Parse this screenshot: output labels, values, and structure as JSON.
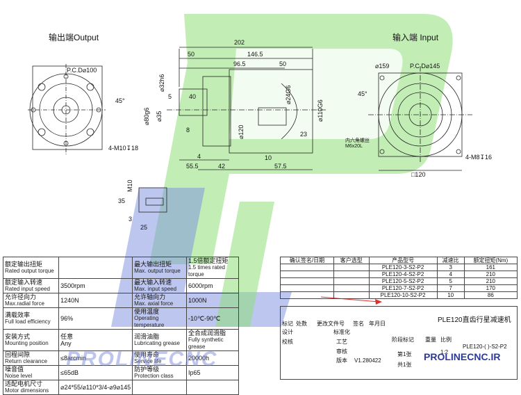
{
  "views": {
    "output_title": "输出端Output",
    "input_title": "输入端 Input",
    "output_pcd": "P.C.D⌀100",
    "input_pcd": "P.C.D⌀145",
    "output_angle": "45°",
    "input_angle": "45°",
    "output_bolt": "4-M10↧18",
    "input_bolt": "4-M8↧16",
    "input_dia": "⌀159",
    "input_square": "□120",
    "hex_note_cn": "内六角螺丝",
    "hex_note_en": "M6x20L"
  },
  "dims": {
    "d202": "202",
    "d50a": "50",
    "d146": "146.5",
    "d96": "96.5",
    "d50b": "50",
    "d32": "⌀32h6",
    "d5": "5",
    "d40": "40",
    "d35": "⌀35",
    "d80": "⌀80g6",
    "d8": "8",
    "d120": "⌀120",
    "d24": "⌀24G6",
    "d110": "⌀110G6",
    "d23": "23",
    "d4": "4",
    "d55": "55.5",
    "d42": "42",
    "d10": "10",
    "d57": "57.5",
    "m10": "M10",
    "d35b": "35",
    "d3": "3",
    "d25": "25"
  },
  "spec_table": [
    {
      "l_cn": "额定输出扭矩",
      "l_en": "Rated output torque",
      "l_val": "",
      "r_cn": "最大输出扭矩",
      "r_en": "Max. output torque",
      "r_val_cn": "1.5倍额定扭矩",
      "r_val_en": "1.5 times rated torque"
    },
    {
      "l_cn": "额定输入转速",
      "l_en": "Rated input speed",
      "l_val": "3500rpm",
      "r_cn": "最大输入转速",
      "r_en": "Max. input speed",
      "r_val_cn": "6000rpm",
      "r_val_en": ""
    },
    {
      "l_cn": "允许径向力",
      "l_en": "Max.radial force",
      "l_val": "1240N",
      "r_cn": "允许轴向力",
      "r_en": "Max. axial force",
      "r_val_cn": "1000N",
      "r_val_en": ""
    },
    {
      "l_cn": "满载效率",
      "l_en": "Full load efficiency",
      "l_val": "96%",
      "r_cn": "使用温度",
      "r_en": "Operating temperature",
      "r_val_cn": "-10℃-90℃",
      "r_val_en": ""
    },
    {
      "l_cn": "安装方式",
      "l_en": "Mounting position",
      "l_val": "任意\nAny",
      "r_cn": "润滑油脂",
      "r_en": "Lubricating grease",
      "r_val_cn": "全合成润滑脂",
      "r_val_en": "Fully synthetic grease"
    },
    {
      "l_cn": "回程间隙",
      "l_en": "Return clearance",
      "l_val": "≤8arcmin",
      "r_cn": "使用寿命",
      "r_en": "Service life",
      "r_val_cn": "20000h",
      "r_val_en": ""
    },
    {
      "l_cn": "噪音值",
      "l_en": "Noise level",
      "l_val": "≤65dB",
      "r_cn": "防护等级",
      "r_en": "Protection class",
      "r_val_cn": "Ip65",
      "r_val_en": ""
    },
    {
      "l_cn": "适配电机尺寸",
      "l_en": "Motor dimensions",
      "l_val": "⌀24*55/⌀110*3/4-⌀9⌀145",
      "r_cn": "",
      "r_en": "",
      "r_val_cn": "",
      "r_val_en": ""
    }
  ],
  "model_table": {
    "headers": [
      "确认签名/日期",
      "客户选型",
      "产品型号",
      "减速比",
      "额定扭矩(Nm)"
    ],
    "rows": [
      [
        "",
        "",
        "PLE120-3-S2-P2",
        "3",
        "161"
      ],
      [
        "",
        "",
        "PLE120-4-S2-P2",
        "4",
        "210"
      ],
      [
        "",
        "",
        "PLE120-5-S2-P2",
        "5",
        "210"
      ],
      [
        "",
        "",
        "PLE120-7-S2-P2",
        "7",
        "170"
      ],
      [
        "",
        "",
        "PLE120-10-S2-P2",
        "10",
        "86"
      ]
    ]
  },
  "title_block": {
    "product": "PLE120直齿行星减速机",
    "stage": "阶段标记",
    "weight": "重量",
    "ratio": "比例",
    "ratio_val": "1:2",
    "code": "PLE120-( )-S2-P2",
    "mark": "标记",
    "count": "处数",
    "change": "更改文件号",
    "sign": "签名",
    "date": "年月日",
    "design": "设计",
    "check": "校核",
    "std": "标准化",
    "craft": "工艺",
    "review": "审核",
    "version_lbl": "版本",
    "version": "V1.280422",
    "sheets": "第1张",
    "total": "共1张",
    "watermark": "PROLINECNC",
    "site": "PROLINECNC.IR"
  },
  "colors": {
    "watermark_green": "#7fd96a",
    "watermark_blue": "#6f7fd8",
    "arrow_red": "#e0302a"
  }
}
